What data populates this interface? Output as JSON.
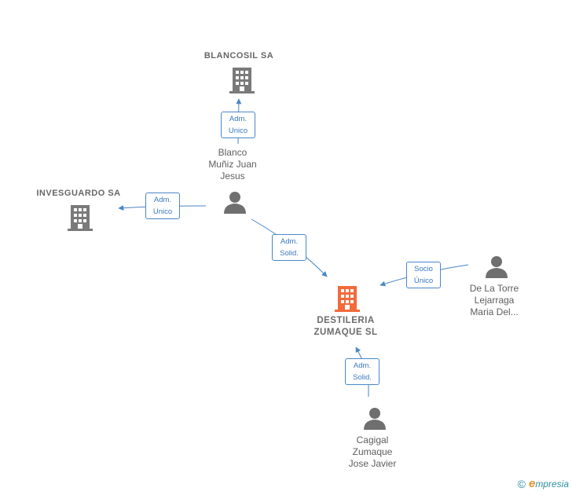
{
  "nodes": {
    "blancosil": {
      "label": "BLANCOSIL SA",
      "type": "company"
    },
    "invesguardo": {
      "label": "INVESGUARDO SA",
      "type": "company"
    },
    "destileria": {
      "label_line1": "DESTILERIA",
      "label_line2": "ZUMAQUE  SL",
      "type": "company-main"
    },
    "blanco": {
      "line1": "Blanco",
      "line2": "Muñiz Juan",
      "line3": "Jesus",
      "type": "person"
    },
    "delatorre": {
      "line1": "De La Torre",
      "line2": "Lejarraga",
      "line3": "Maria Del...",
      "type": "person"
    },
    "cagigal": {
      "line1": "Cagigal",
      "line2": "Zumaque",
      "line3": "Jose Javier",
      "type": "person"
    }
  },
  "edges": [
    {
      "from": "blanco",
      "to": "blancosil",
      "role_line1": "Adm.",
      "role_line2": "Unico"
    },
    {
      "from": "blanco",
      "to": "invesguardo",
      "role_line1": "Adm.",
      "role_line2": "Unico"
    },
    {
      "from": "blanco",
      "to": "destileria",
      "role_line1": "Adm.",
      "role_line2": "Solid."
    },
    {
      "from": "delatorre",
      "to": "destileria",
      "role_line1": "Socio",
      "role_line2": "Único"
    },
    {
      "from": "cagigal",
      "to": "destileria",
      "role_line1": "Adm.",
      "role_line2": "Solid."
    }
  ],
  "footer": {
    "copyright_symbol": "©",
    "brand_initial": "e",
    "brand_rest": "mpresia"
  },
  "colors": {
    "link": "#4a86c8",
    "company_icon": "#7a7a7a",
    "main_company_icon": "#f26a3c",
    "person_icon": "#6f6f6f"
  },
  "icons": {
    "company": "building-icon",
    "person": "person-icon"
  }
}
